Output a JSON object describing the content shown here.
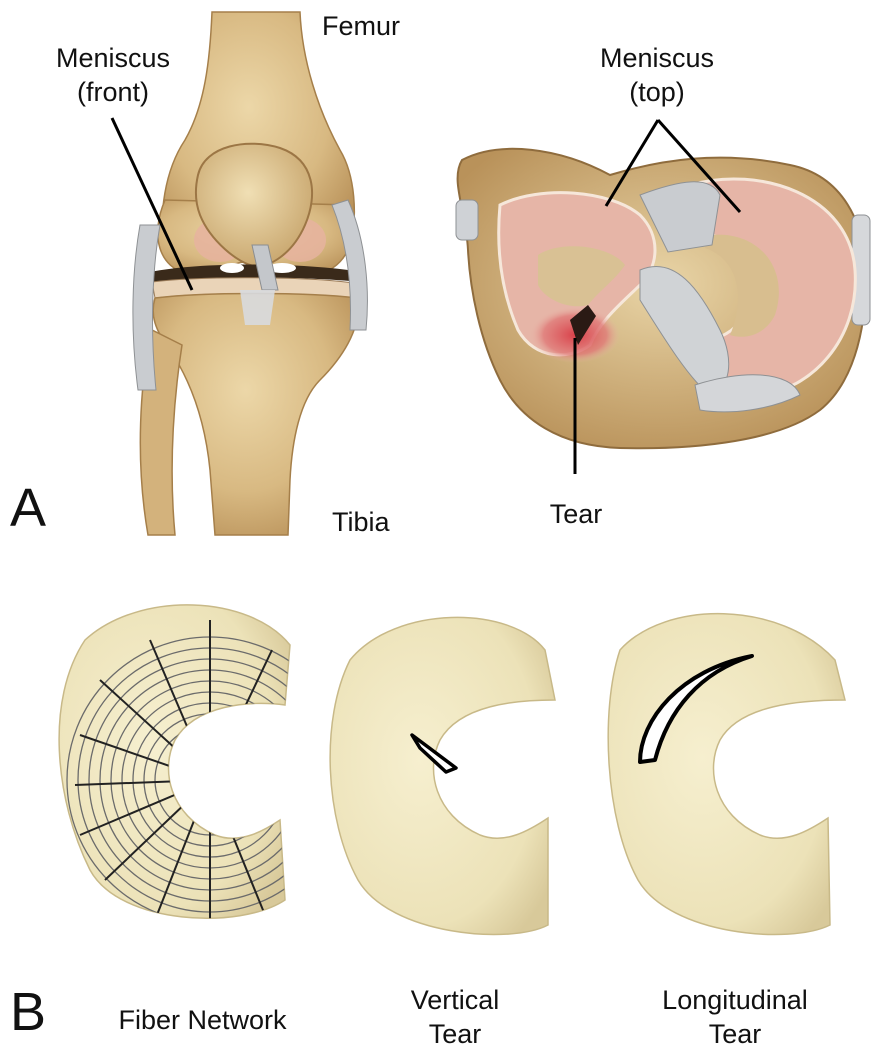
{
  "panels": {
    "a": {
      "letter": "A",
      "labels": {
        "femur": "Femur",
        "meniscus_front_line1": "Meniscus",
        "meniscus_front_line2": "(front)",
        "meniscus_top_line1": "Meniscus",
        "meniscus_top_line2": "(top)",
        "tibia": "Tibia",
        "tear": "Tear"
      }
    },
    "b": {
      "letter": "B",
      "captions": {
        "fiber_network": "Fiber Network",
        "vertical_line1": "Vertical",
        "vertical_line2": "Tear",
        "longitudinal_line1": "Longitudinal",
        "longitudinal_line2": "Tear"
      }
    }
  },
  "colors": {
    "bone": "#d9bd88",
    "bone_shade": "#b8935a",
    "ligament": "#c9ccd0",
    "meniscus_pink": "#e8b3a6",
    "tear_red": "#d9414a",
    "meniscus_specimen": "#efe6bf",
    "fiber_line": "#555555"
  }
}
